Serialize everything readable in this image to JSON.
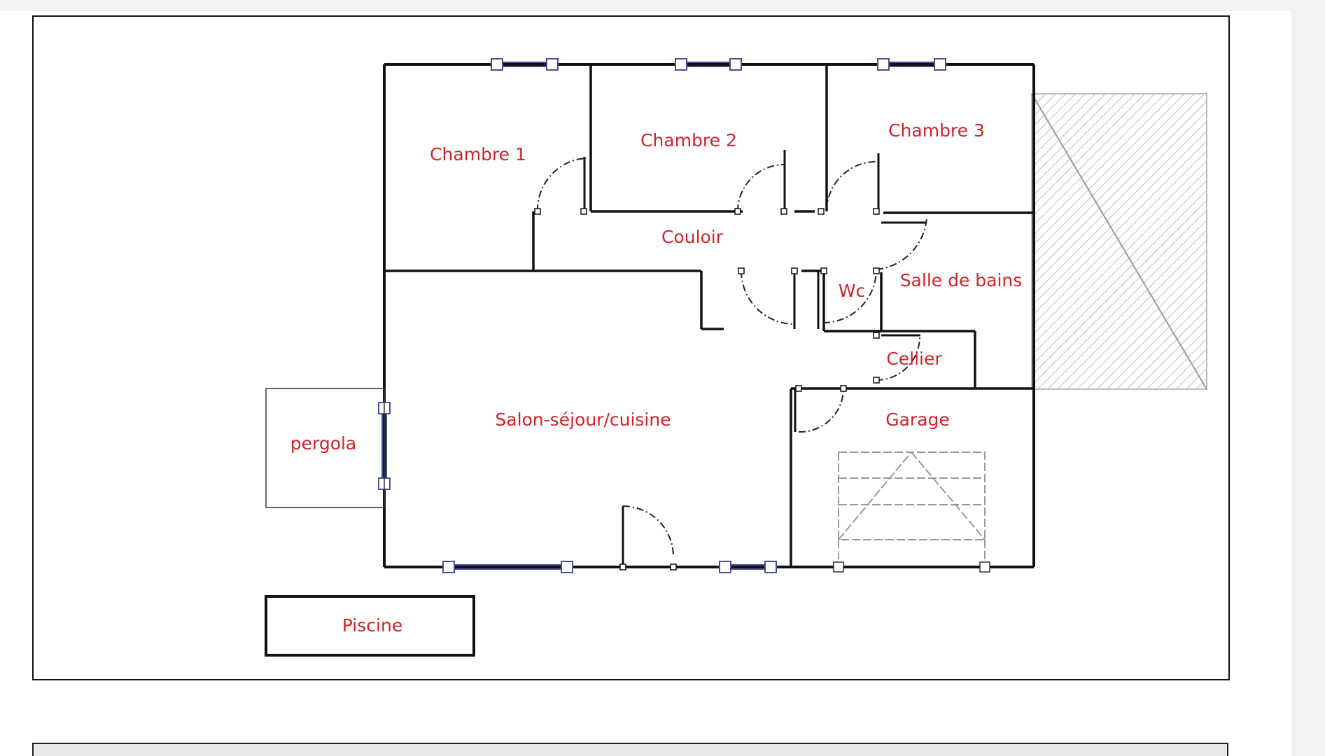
{
  "floor_plan": {
    "rooms": {
      "chambre1": "Chambre 1",
      "chambre2": "Chambre 2",
      "chambre3": "Chambre 3",
      "couloir": "Couloir",
      "wc": "Wc",
      "salle_de_bains": "Salle de bains",
      "cellier": "Cellier",
      "salon": "Salon-séjour/cuisine",
      "garage": "Garage",
      "pergola": "pergola",
      "piscine": "Piscine"
    },
    "colors": {
      "label": "#d2232a",
      "wall": "#111111",
      "window": "#4a4f9e",
      "hatch": "#bdbdbd",
      "garage_door": "#9a9a9a"
    }
  }
}
